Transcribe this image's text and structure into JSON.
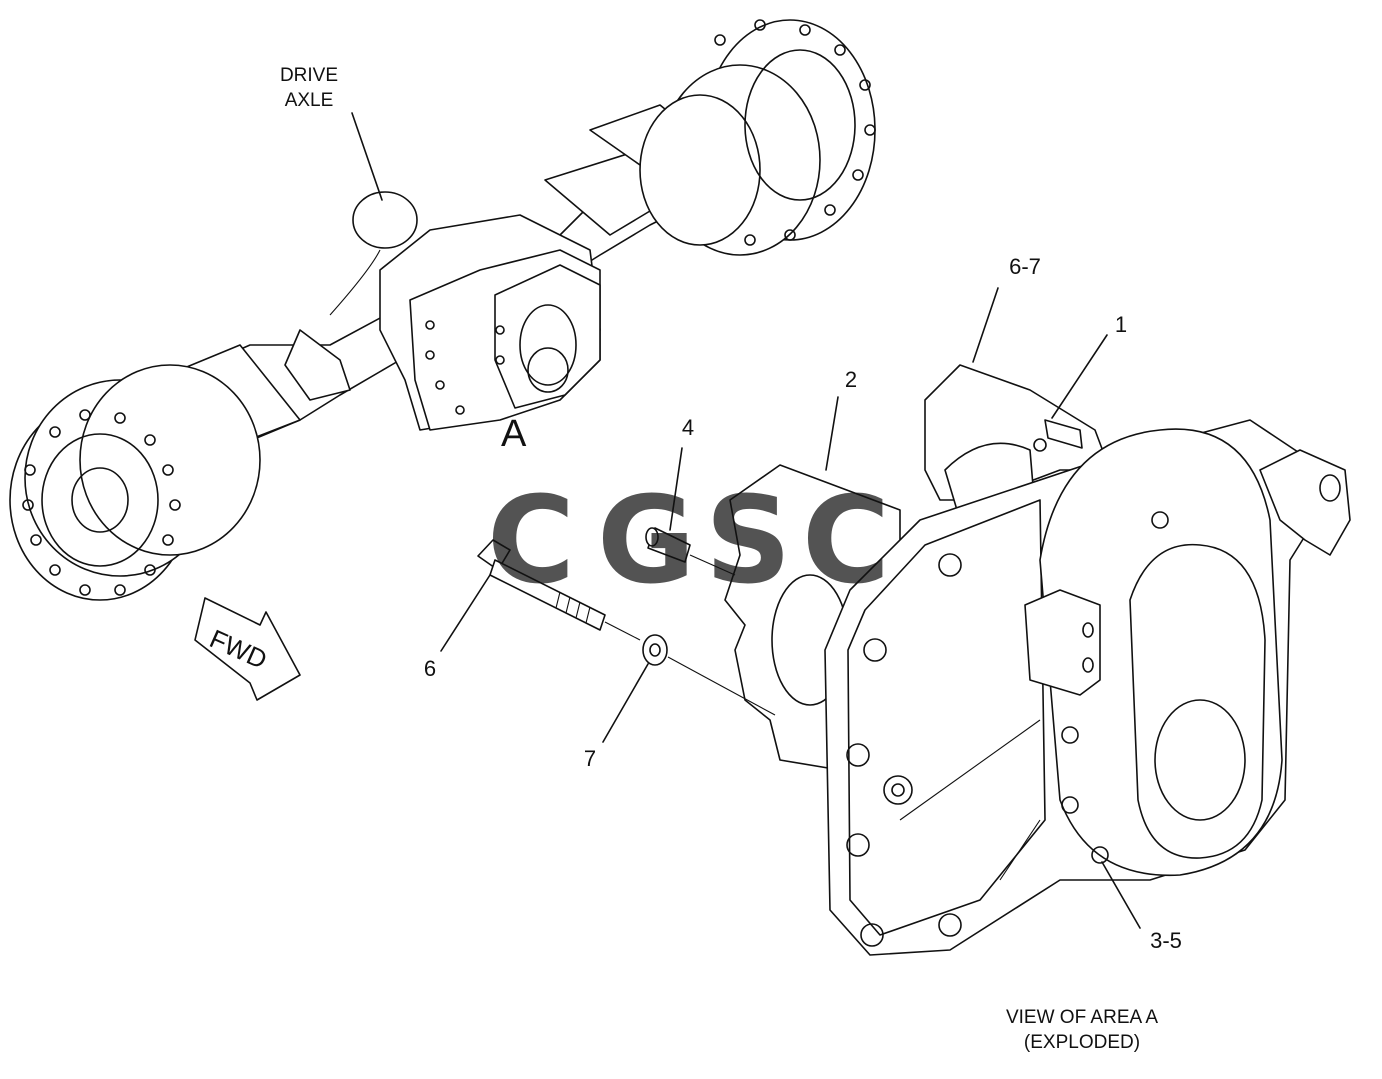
{
  "labels": {
    "drive_axle_line1": "DRIVE",
    "drive_axle_line2": "AXLE",
    "area_marker": "A",
    "fwd": "FWD",
    "callout_1": "1",
    "callout_2": "2",
    "callout_3_5": "3-5",
    "callout_4": "4",
    "callout_6": "6",
    "callout_6_7": "6-7",
    "callout_7": "7",
    "view_line1": "VIEW OF AREA  A",
    "view_line2": "(EXPLODED)"
  },
  "watermark": {
    "letters": [
      "C",
      "G",
      "S",
      "C"
    ],
    "colors": [
      "#4f8ff7",
      "#f0695c",
      "#f5c518",
      "#2e9e63"
    ]
  }
}
